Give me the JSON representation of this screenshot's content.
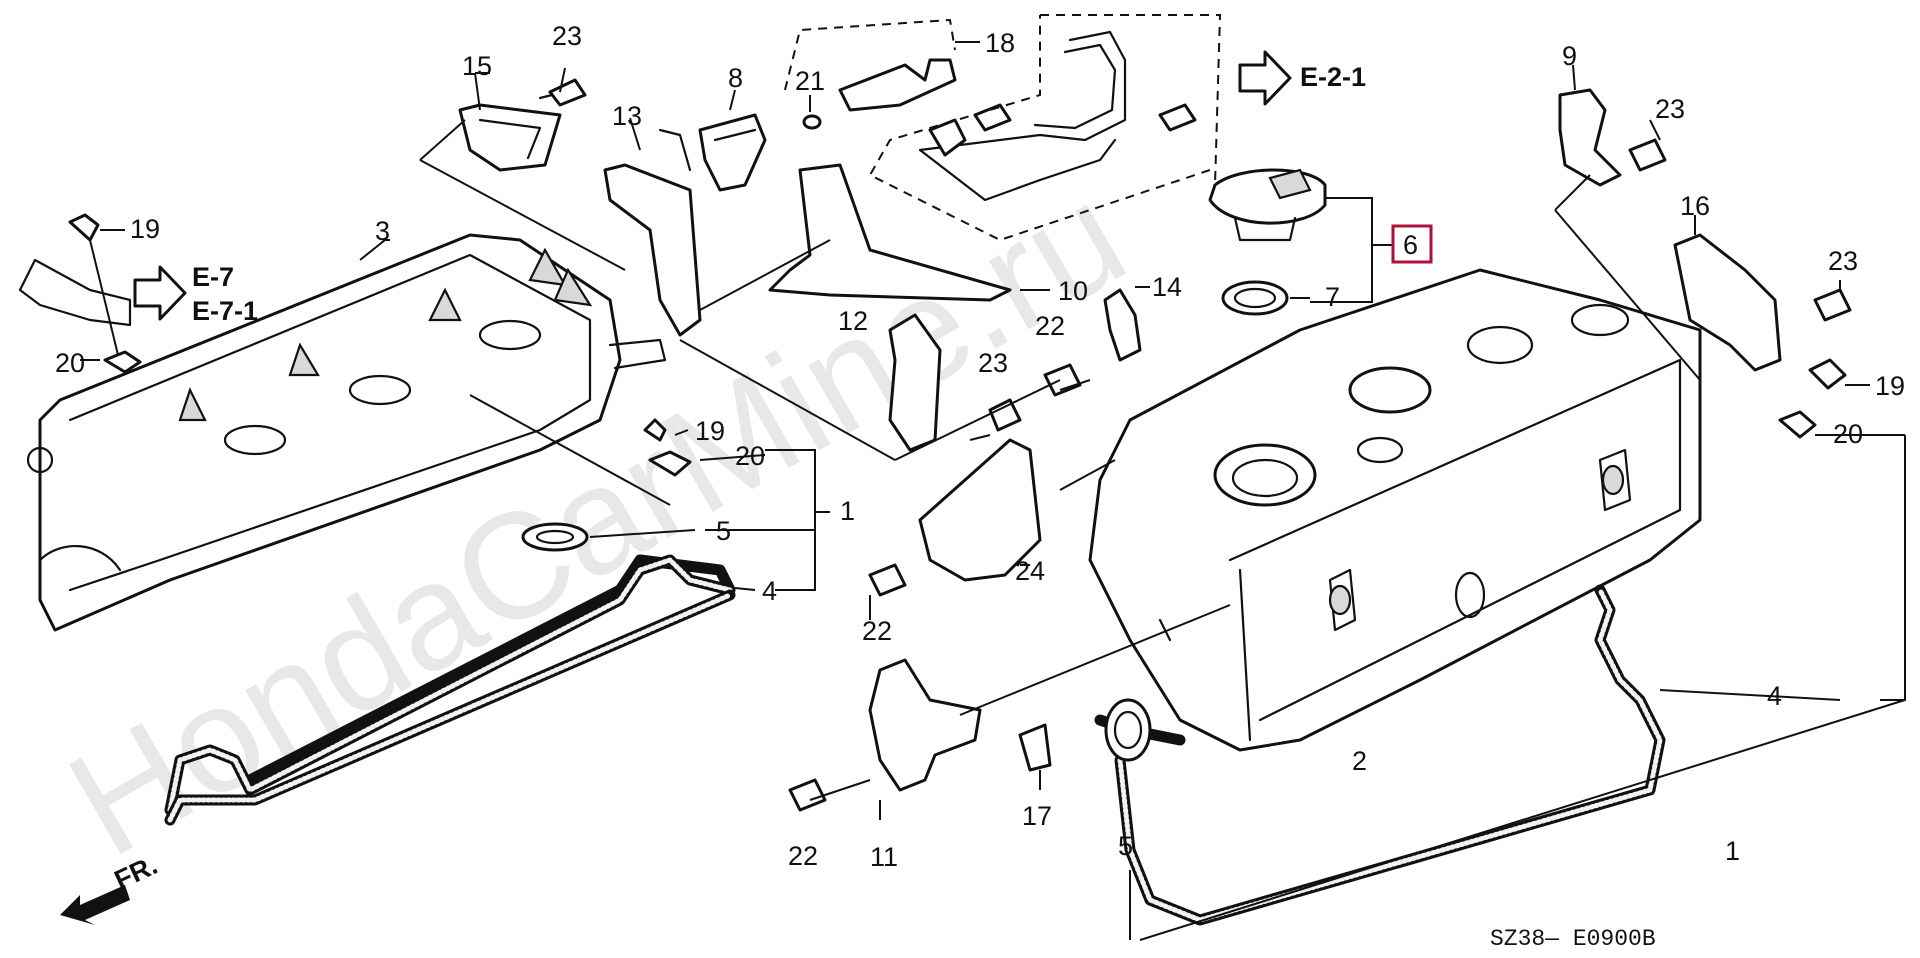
{
  "watermark": "HondaCarMine.ru",
  "diagram_code": "SZ38— E0900B",
  "front_marker": "FR.",
  "highlighted_part": "6",
  "references": {
    "e21": "E-2-1",
    "e7": "E-7",
    "e71": "E-7-1"
  },
  "callouts": {
    "c1_left": "1",
    "c1_right": "1",
    "c2": "2",
    "c3": "3",
    "c4_left": "4",
    "c4_right": "4",
    "c5_left": "5",
    "c5_right": "5",
    "c6": "6",
    "c7": "7",
    "c8": "8",
    "c9": "9",
    "c10": "10",
    "c11": "11",
    "c12": "12",
    "c13": "13",
    "c14": "14",
    "c15": "15",
    "c16": "16",
    "c17": "17",
    "c18": "18",
    "c19_a": "19",
    "c19_b": "19",
    "c19_c": "19",
    "c20_a": "20",
    "c20_b": "20",
    "c20_c": "20",
    "c21": "21",
    "c22_a": "22",
    "c22_b": "22",
    "c22_c": "22",
    "c23_a": "23",
    "c23_b": "23",
    "c23_c": "23",
    "c23_d": "23",
    "c24": "24"
  }
}
